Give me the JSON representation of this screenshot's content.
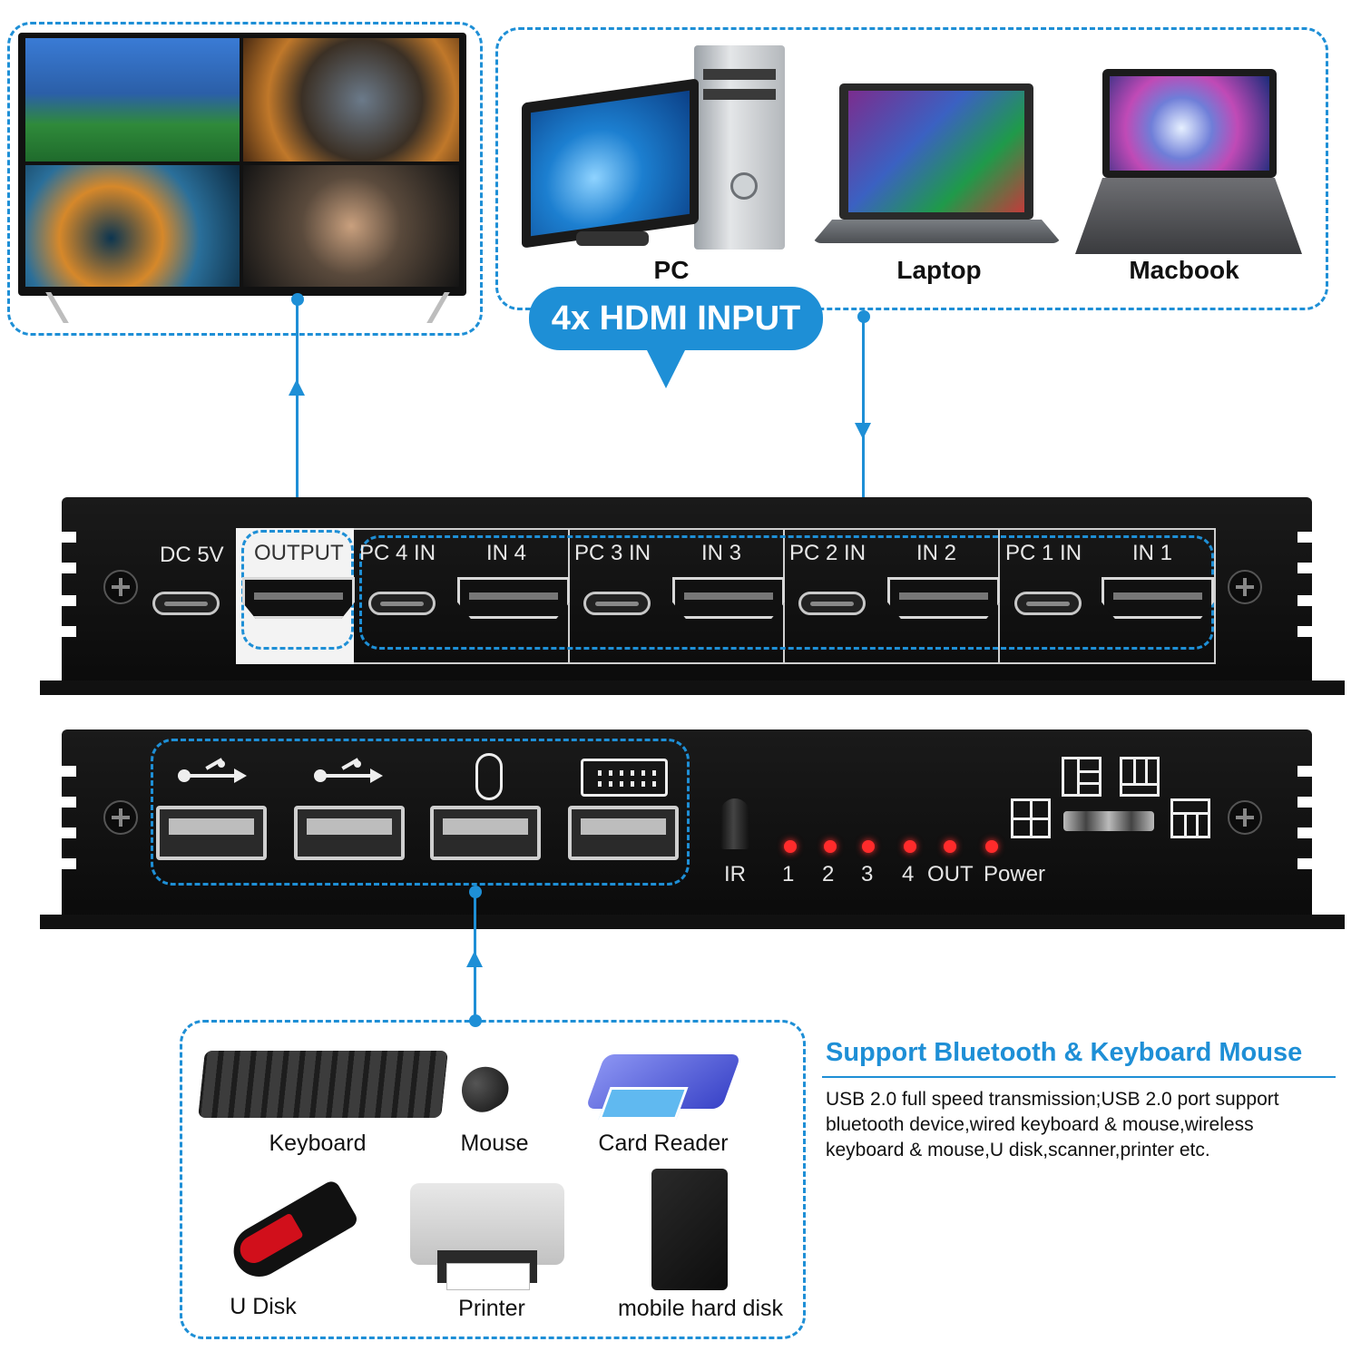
{
  "colors": {
    "accent": "#1e8fd6",
    "panel": "#111111",
    "led": "#ff2b2b"
  },
  "inputs_banner": "4x HDMI INPUT",
  "sources": [
    {
      "label": "PC",
      "icon": "desktop-pc-icon"
    },
    {
      "label": "Laptop",
      "icon": "laptop-icon"
    },
    {
      "label": "Macbook",
      "icon": "macbook-icon"
    }
  ],
  "rear_panel": {
    "dc": "DC 5V",
    "output": "OUTPUT",
    "pairs": [
      {
        "pc": "PC 4 IN",
        "in": "IN 4"
      },
      {
        "pc": "PC 3 IN",
        "in": "IN 3"
      },
      {
        "pc": "PC 2 IN",
        "in": "IN 2"
      },
      {
        "pc": "PC 1 IN",
        "in": "IN 1"
      }
    ]
  },
  "front_panel": {
    "ir": "IR",
    "leds": [
      "1",
      "2",
      "3",
      "4",
      "OUT",
      "Power"
    ],
    "usb_icons": [
      "usb-icon",
      "usb-icon",
      "mouse-icon",
      "keyboard-icon"
    ]
  },
  "peripherals": [
    {
      "label": "Keyboard",
      "icon": "keyboard-icon"
    },
    {
      "label": "Mouse",
      "icon": "mouse-icon"
    },
    {
      "label": "Card Reader",
      "icon": "card-reader-icon"
    },
    {
      "label": "U Disk",
      "icon": "usb-flash-drive-icon"
    },
    {
      "label": "Printer",
      "icon": "printer-icon"
    },
    {
      "label": "mobile hard disk",
      "icon": "hard-disk-icon"
    }
  ],
  "feature": {
    "title": "Support Bluetooth & Keyboard Mouse",
    "lines": [
      "USB 2.0 full speed transmission;USB 2.0 port support",
      "bluetooth device,wired keyboard & mouse,wireless",
      "keyboard & mouse,U disk,scanner,printer etc."
    ]
  }
}
